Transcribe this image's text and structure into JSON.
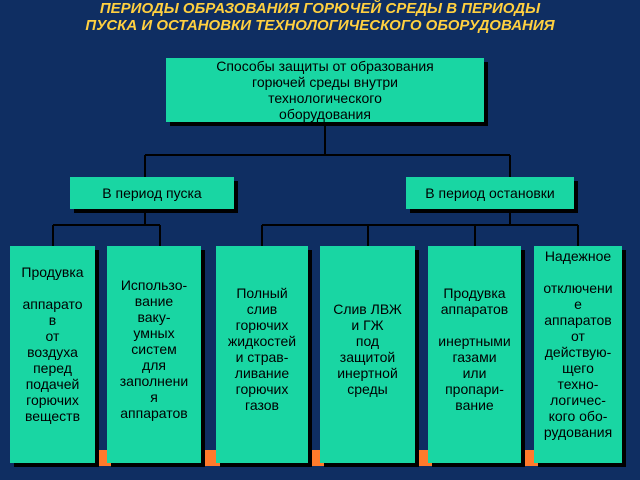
{
  "title": {
    "line1": "ПЕРИОДЫ ОБРАЗОВАНИЯ ГОРЮЧЕЙ СРЕДЫ В ПЕРИОДЫ",
    "line2": "ПУСКА И ОСТАНОВКИ ТЕХНОЛОГИЧЕСКОГО ОБОРУДОВАНИЯ"
  },
  "root": {
    "lines": [
      "Способы защиты от образования",
      "горючей среды внутри",
      "технологического",
      "оборудования"
    ]
  },
  "startup": {
    "label": "В период пуска"
  },
  "shutdown": {
    "label": "В период остановки"
  },
  "leaves": [
    {
      "lines": [
        "Продувка",
        "",
        "аппарато",
        "в",
        "от",
        "воздуха",
        "перед",
        "подачей",
        "горючих",
        "веществ"
      ]
    },
    {
      "lines": [
        "Использо-",
        "вание",
        "ваку-",
        "умных",
        "систем",
        "для",
        "заполнени",
        "я",
        "аппаратов"
      ]
    },
    {
      "lines": [
        "Полный",
        "слив",
        "горючих",
        "жидкостей",
        "и страв-",
        "ливание",
        "горючих",
        "газов"
      ]
    },
    {
      "lines": [
        "Слив ЛВЖ",
        "и ГЖ",
        "под",
        "защитой",
        "инертной",
        "среды"
      ]
    },
    {
      "lines": [
        "Продувка",
        "аппаратов",
        "",
        "инертными",
        "газами",
        "или",
        "пропари-",
        "вание"
      ]
    },
    {
      "lines": [
        "Надежное",
        "",
        "отключени",
        "е",
        "аппаратов",
        "от",
        "действую-",
        "щего",
        "техно-",
        "логичес-",
        "кого обо-",
        "рудования"
      ]
    }
  ],
  "colors": {
    "background": "#0f2e62",
    "box": "#19d6a3",
    "title": "#ffd040",
    "accent": "#ff7a2b"
  }
}
